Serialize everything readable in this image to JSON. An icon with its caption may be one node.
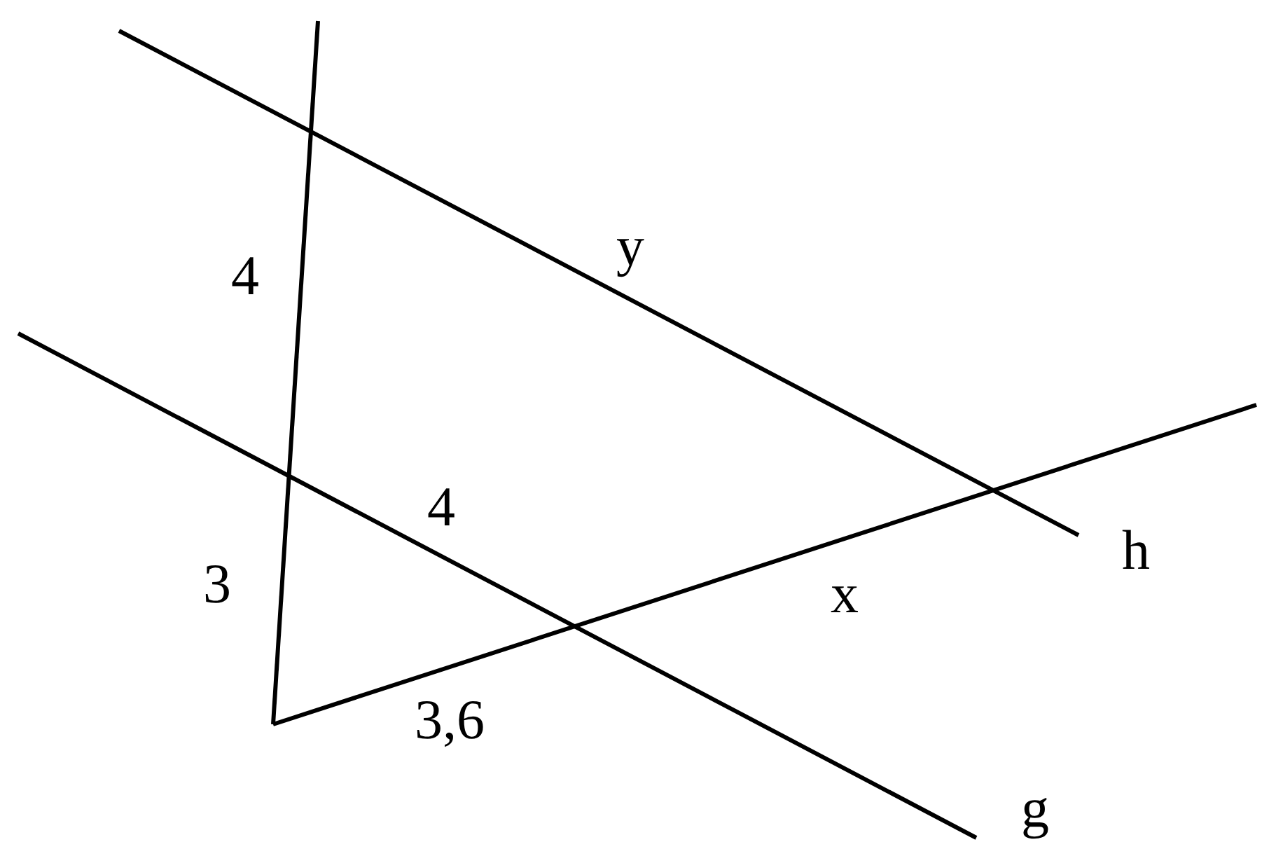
{
  "diagram": {
    "labels": [
      "y",
      "4",
      "4",
      "h",
      "3",
      "x",
      "3,6",
      "g"
    ]
  }
}
